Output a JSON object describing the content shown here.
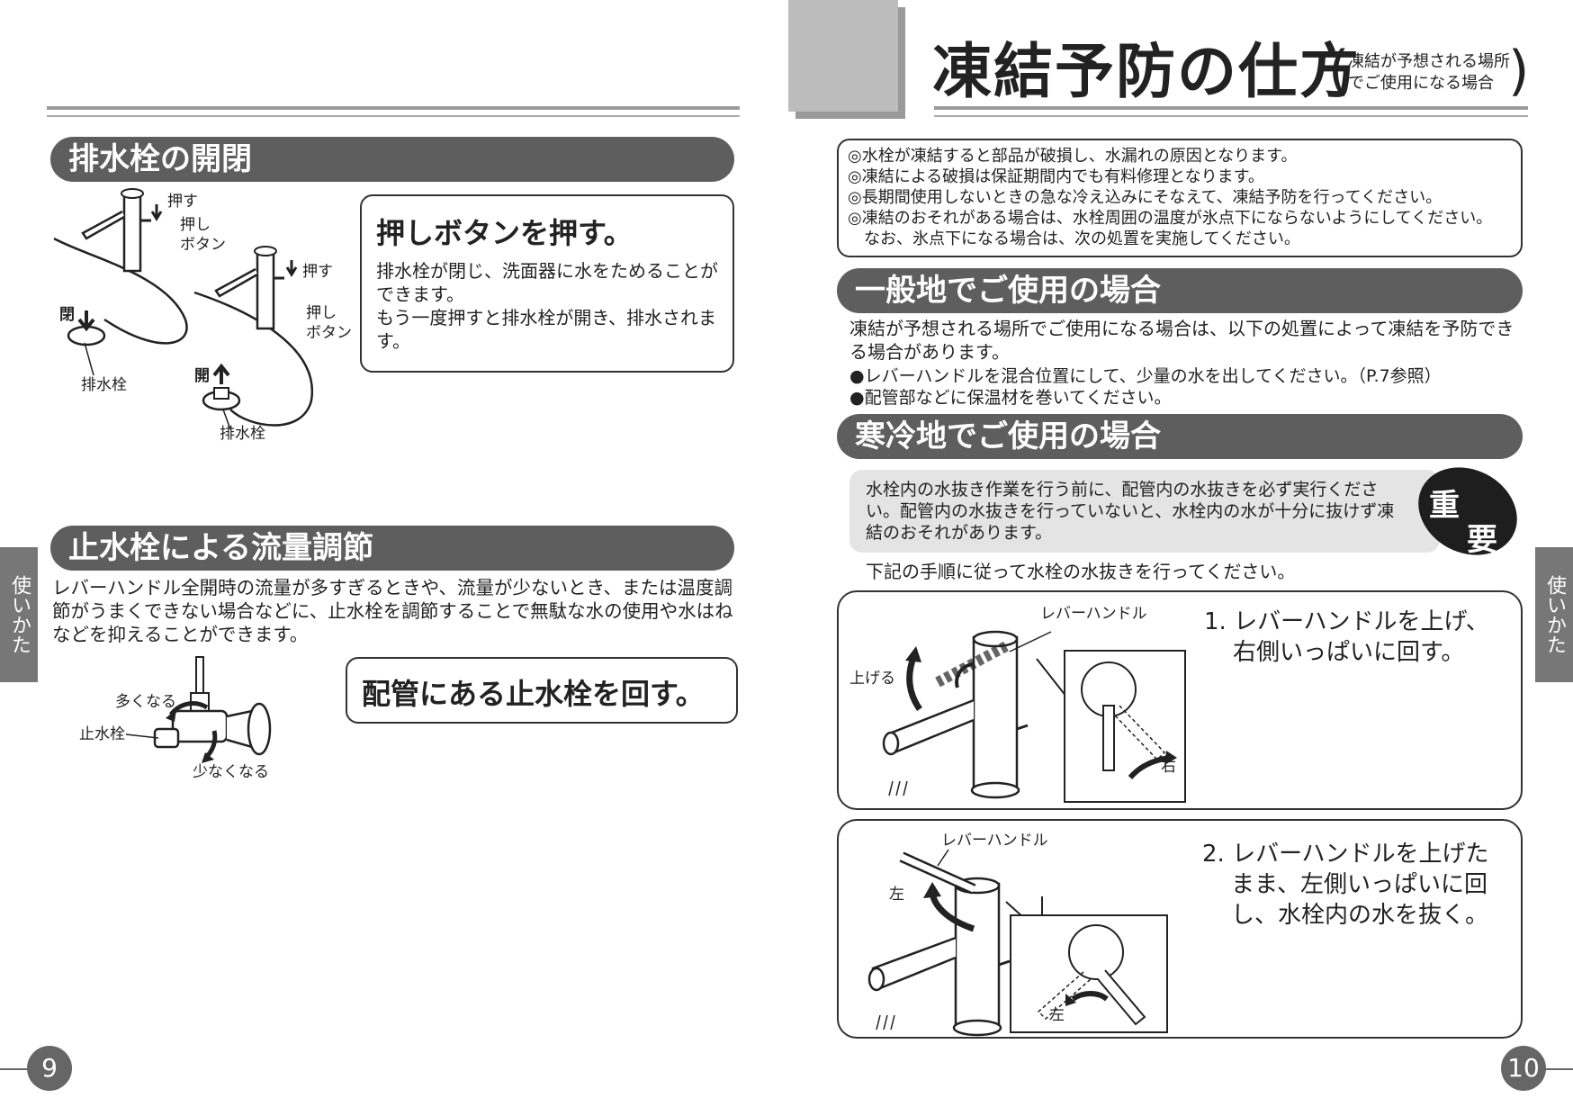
{
  "left": {
    "section1": {
      "title": "排水栓の開閉",
      "labels": {
        "push1": "押す",
        "push_btn1a": "押し",
        "push_btn1b": "ボタン",
        "push2": "押す",
        "push_btn2a": "押し",
        "push_btn2b": "ボタン",
        "close": "閉",
        "open": "開",
        "drain1": "排水栓",
        "drain2": "排水栓"
      },
      "box_title": "押しボタンを押す。",
      "box_body": "排水栓が閉じ、洗面器に水をためることができます。\nもう一度押すと排水栓が開き、排水されます。"
    },
    "section2": {
      "title": "止水栓による流量調節",
      "body": "レバーハンドル全開時の流量が多すぎるときや、流量が少ないとき、または温度調節がうまくできない場合などに、止水栓を調節することで無駄な水の使用や水はねなどを抑えることができます。",
      "labels": {
        "more": "多くなる",
        "valve": "止水栓",
        "less": "少なくなる"
      },
      "box_title": "配管にある止水栓を回す。"
    },
    "side_tab": "使いかた",
    "page_number": "9"
  },
  "right": {
    "title_main": "凍結予防の仕方",
    "title_sub1": "凍結が予想される場所",
    "title_sub2": "でご使用になる場合",
    "notes": [
      "◎水栓が凍結すると部品が破損し、水漏れの原因となります。",
      "◎凍結による破損は保証期間内でも有料修理となります。",
      "◎長期間使用しないときの急な冷え込みにそなえて、凍結予防を行ってください。",
      "◎凍結のおそれがある場合は、水栓周囲の温度が氷点下にならないようにしてください。",
      "　なお、氷点下になる場合は、次の処置を実施してください。"
    ],
    "general": {
      "title": "一般地でご使用の場合",
      "body": "凍結が予想される場所でご使用になる場合は、以下の処置によって凍結を予防できる場合があります。",
      "bullets": [
        "●レバーハンドルを混合位置にして、少量の水を出してください。（P.7参照）",
        "●配管部などに保温材を巻いてください。"
      ]
    },
    "cold": {
      "title": "寒冷地でご使用の場合",
      "important_text": "水栓内の水抜き作業を行う前に、配管内の水抜きを必ず実行ください。配管内の水抜きを行っていないと、水栓内の水が十分に抜けず凍結のおそれがあります。",
      "important_badge1": "重",
      "important_badge2": "要",
      "instruction": "下記の手順に従って水栓の水抜きを行ってください。",
      "step1": {
        "lever_label": "レバーハンドル",
        "up_label": "上げる",
        "right_label": "右",
        "text1": "1. レバーハンドルを上げ、",
        "text2": "右側いっぱいに回す。"
      },
      "step2": {
        "lever_label": "レバーハンドル",
        "left_label1": "左",
        "left_label2": "左",
        "text1": "2. レバーハンドルを上げた",
        "text2": "まま、左側いっぱいに回",
        "text3": "し、水栓内の水を抜く。"
      }
    },
    "side_tab": "使いかた",
    "page_number": "10"
  }
}
